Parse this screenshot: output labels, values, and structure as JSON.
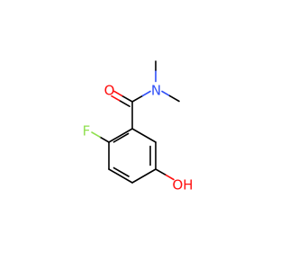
{
  "molecule": {
    "atoms": {
      "oxygen_carbonyl": "O",
      "nitrogen": "N",
      "fluorine": "F",
      "hydroxyl": "OH"
    },
    "colors": {
      "bond": "#000000",
      "oxygen": "#ff0d0d",
      "nitrogen": "#3050f8",
      "fluorine": "#90e050"
    }
  }
}
